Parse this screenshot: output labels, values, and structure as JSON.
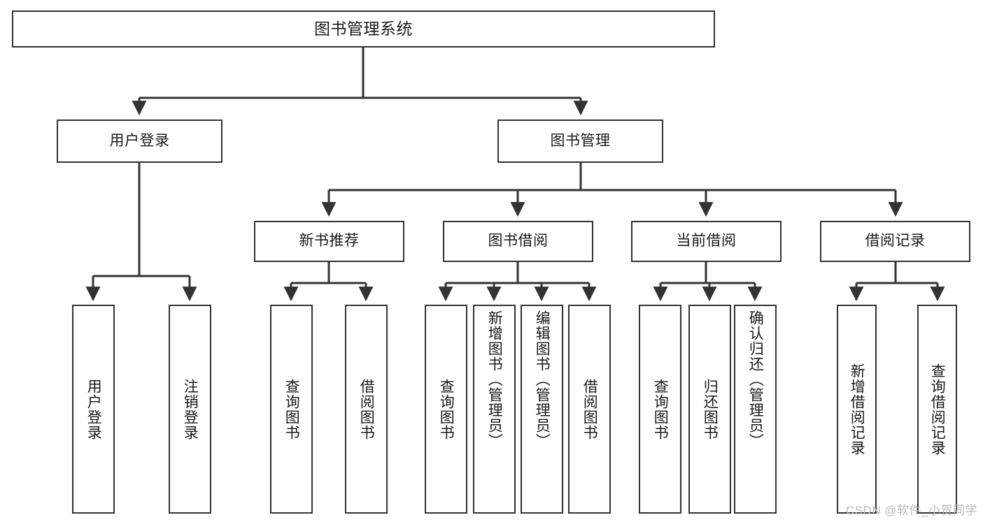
{
  "diagram": {
    "title": "图书管理系统",
    "type": "tree",
    "watermark": "CSDN @软件_小贺同学",
    "colors": {
      "box_border": "#333333",
      "box_fill": "#ffffff",
      "connector": "#333333",
      "text": "#1a1a1a",
      "watermark": "#b9b9b9",
      "background": "#ffffff"
    },
    "root": {
      "label": "图书管理系统"
    },
    "level2": [
      {
        "label": "用户登录"
      },
      {
        "label": "图书管理"
      }
    ],
    "level3": [
      {
        "label": "新书推荐"
      },
      {
        "label": "图书借阅"
      },
      {
        "label": "当前借阅"
      },
      {
        "label": "借阅记录"
      }
    ],
    "leaves": {
      "user_login": [
        {
          "label": "用户登录"
        },
        {
          "label": "注销登录"
        }
      ],
      "new_book_recommend": [
        {
          "label": "查询图书"
        },
        {
          "label": "借阅图书"
        }
      ],
      "book_borrow": [
        {
          "label": "查询图书"
        },
        {
          "label": "新增图书（管理员）"
        },
        {
          "label": "编辑图书（管理员）"
        },
        {
          "label": "借阅图书"
        }
      ],
      "current_borrow": [
        {
          "label": "查询图书"
        },
        {
          "label": "归还图书"
        },
        {
          "label": "确认归还（管理员）"
        }
      ],
      "borrow_record": [
        {
          "label": "新增借阅记录"
        },
        {
          "label": "查询借阅记录"
        }
      ]
    }
  }
}
